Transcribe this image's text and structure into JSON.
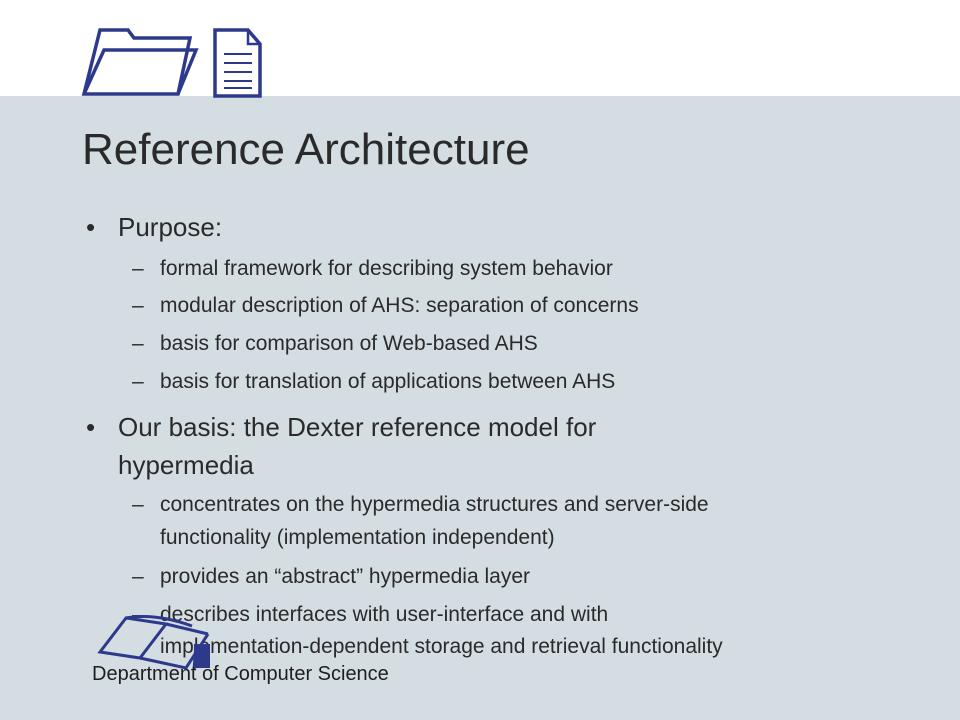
{
  "slide": {
    "title": "Reference Architecture",
    "bullets": [
      {
        "text": "Purpose:",
        "subitems": [
          "formal framework for describing system behavior",
          "modular description of AHS: separation of concerns",
          "basis for comparison of Web-based AHS",
          "basis for translation of applications between AHS"
        ]
      },
      {
        "text_line1": "Our basis: the Dexter reference model for",
        "text_line2": "hypermedia",
        "subitems": [
          {
            "line1": "concentrates on the hypermedia structures and server-side",
            "line2": "functionality (implementation independent)"
          },
          {
            "line1": "provides an “abstract” hypermedia layer"
          },
          {
            "line1": "describes interfaces with user-interface and with",
            "line2": "implementation-dependent storage and retrieval functionality"
          }
        ]
      }
    ],
    "bullet_glyph": "•",
    "dash_glyph": "–"
  },
  "footer": {
    "department": "Department of Computer Science"
  },
  "icons": [
    "folder-icon",
    "document-icon",
    "mailbox-icon"
  ],
  "colors": {
    "content_background": "#d4dde2",
    "top_band": "#ffffff",
    "icon_stroke": "#2d3a8c",
    "text": "#2a2a2a"
  }
}
